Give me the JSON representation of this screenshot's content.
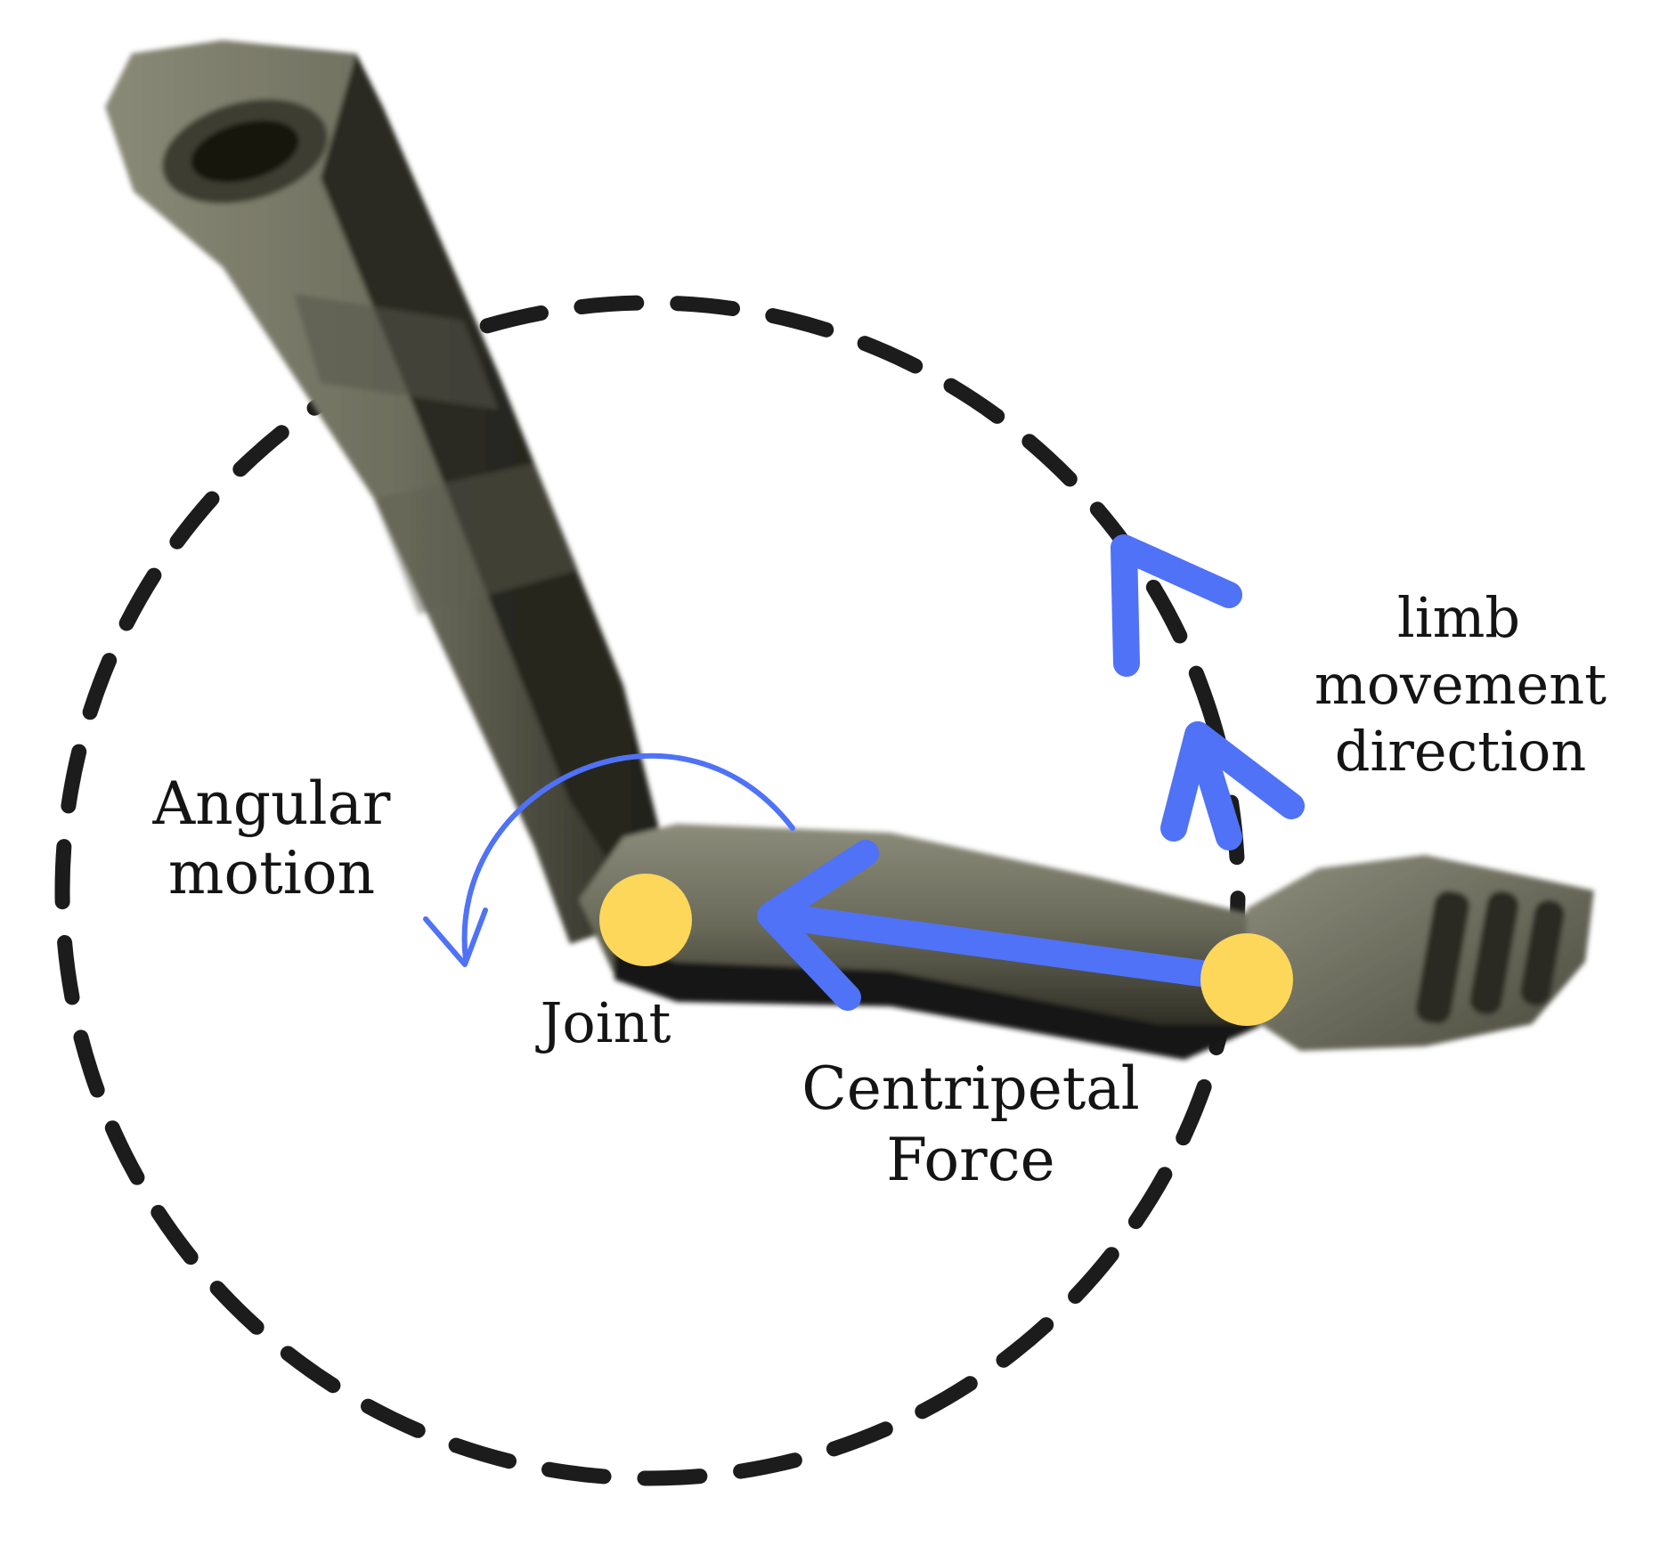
{
  "labels": {
    "limb_movement": [
      "limb",
      "movement",
      "direction"
    ],
    "angular_motion": [
      "Angular",
      "motion"
    ],
    "joint": "Joint",
    "centripetal_force": [
      "Centripetal",
      "Force"
    ]
  },
  "colors": {
    "arrow_blue": "#4f72f7",
    "joint_yellow": "#fcd75a",
    "dashed_circle": "#1c1c1c",
    "limb_dark": "#202019",
    "limb_light": "#7a7a6a",
    "text": "#141414"
  },
  "icons": {
    "angular_motion": "curved-arrow-icon",
    "centripetal_force": "straight-arrow-icon",
    "limb_movement": "chevron-up-icon"
  }
}
